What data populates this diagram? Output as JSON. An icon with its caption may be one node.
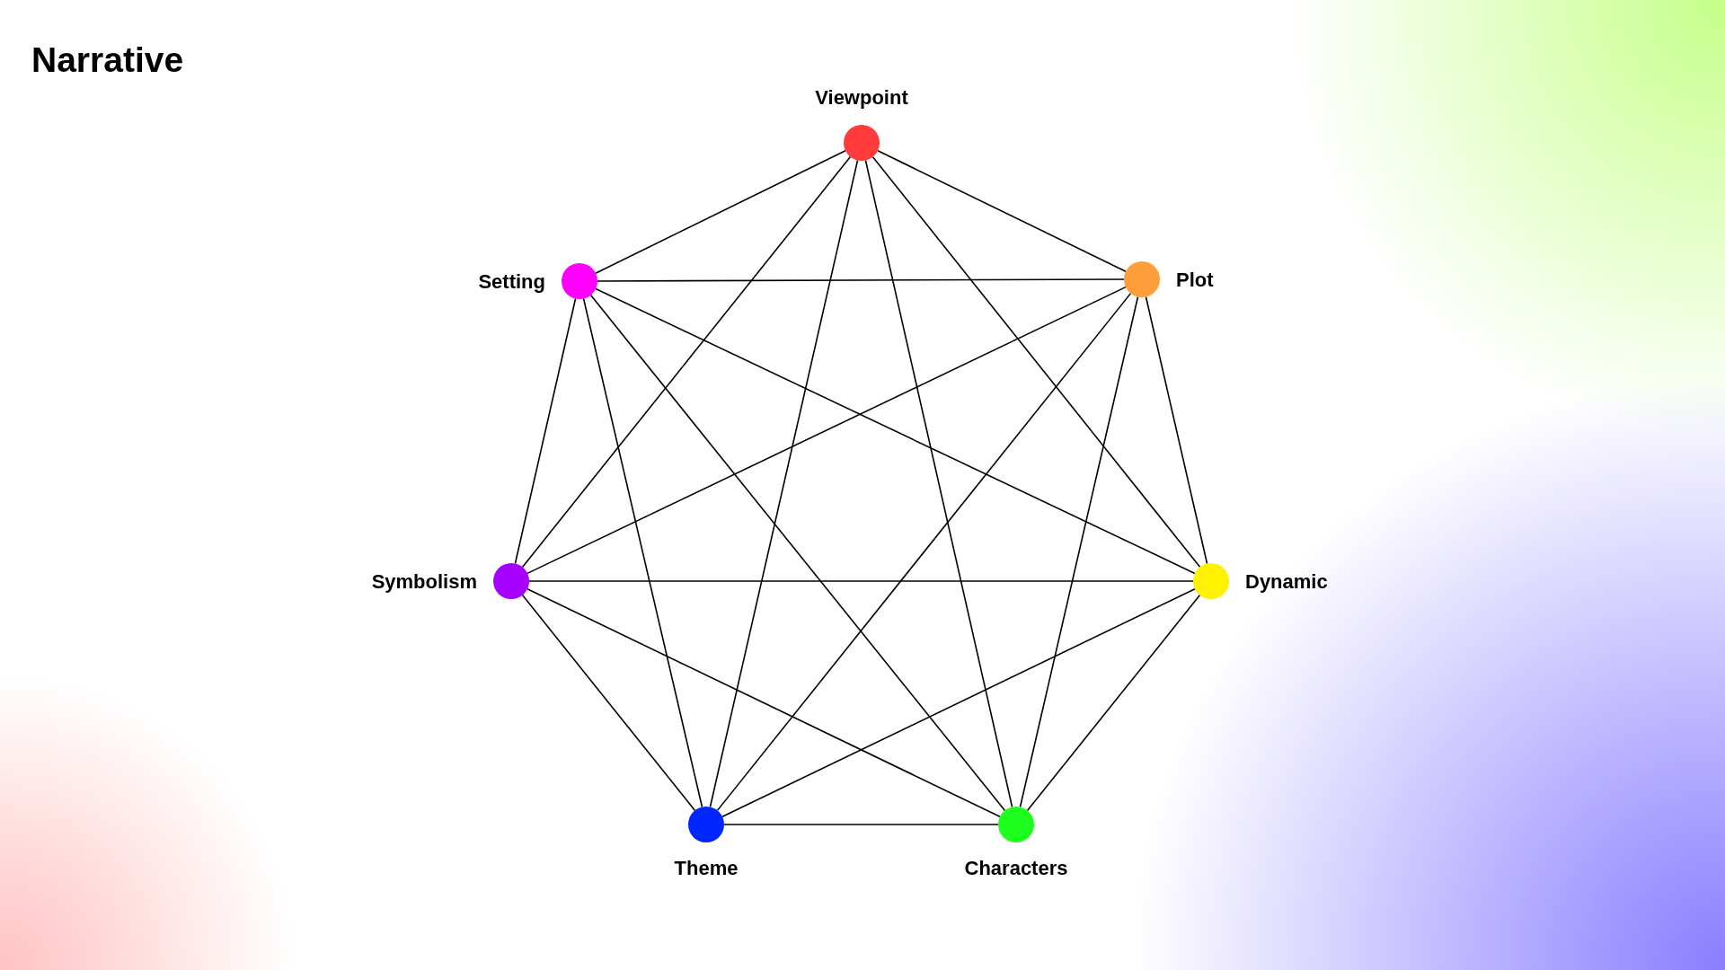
{
  "diagram": {
    "title": "Narrative",
    "nodes": [
      {
        "text": [
          "Viewpoint"
        ]
      },
      {
        "text": [
          "Plot"
        ]
      },
      {
        "text": [
          "Dynamic"
        ]
      },
      {
        "text": [
          "Characters"
        ]
      },
      {
        "text": [
          "Theme"
        ]
      },
      {
        "text": [
          "Symbolism"
        ]
      },
      {
        "text": [
          "Setting"
        ]
      }
    ],
    "edges": [
      {
        "from": 0,
        "to": 1,
        "arrow": "none"
      },
      {
        "from": 0,
        "to": 2,
        "arrow": "none"
      },
      {
        "from": 0,
        "to": 3,
        "arrow": "none"
      },
      {
        "from": 0,
        "to": 4,
        "arrow": "none"
      },
      {
        "from": 0,
        "to": 5,
        "arrow": "none"
      },
      {
        "from": 0,
        "to": 6,
        "arrow": "none"
      },
      {
        "from": 1,
        "to": 2,
        "arrow": "none"
      },
      {
        "from": 1,
        "to": 3,
        "arrow": "none"
      },
      {
        "from": 1,
        "to": 4,
        "arrow": "none"
      },
      {
        "from": 1,
        "to": 5,
        "arrow": "none"
      },
      {
        "from": 1,
        "to": 6,
        "arrow": "none"
      },
      {
        "from": 2,
        "to": 3,
        "arrow": "none"
      },
      {
        "from": 2,
        "to": 4,
        "arrow": "none"
      },
      {
        "from": 2,
        "to": 5,
        "arrow": "none"
      },
      {
        "from": 2,
        "to": 6,
        "arrow": "none"
      },
      {
        "from": 3,
        "to": 4,
        "arrow": "none"
      },
      {
        "from": 3,
        "to": 5,
        "arrow": "none"
      },
      {
        "from": 3,
        "to": 6,
        "arrow": "none"
      },
      {
        "from": 4,
        "to": 5,
        "arrow": "none"
      },
      {
        "from": 4,
        "to": 6,
        "arrow": "none"
      },
      {
        "from": 5,
        "to": 6,
        "arrow": "none"
      }
    ]
  }
}
